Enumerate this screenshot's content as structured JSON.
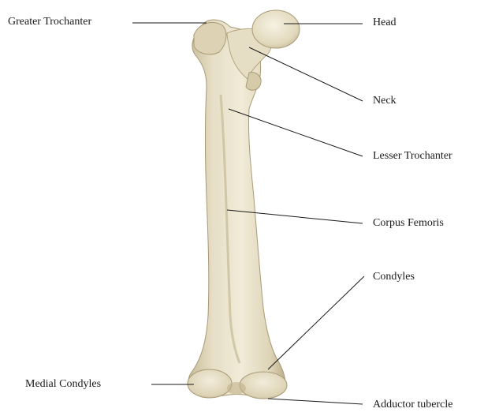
{
  "diagram": {
    "labels": {
      "greater_trochanter": "Greater Trochanter",
      "head": "Head",
      "neck": "Neck",
      "lesser_trochanter": "Lesser Trochanter",
      "corpus_femoris": "Corpus Femoris",
      "condyles": "Condyles",
      "medial_condyles": "Medial Condyles",
      "adductor_tubercle": "Adductor tubercle"
    }
  },
  "colors": {
    "bone_light": "#efe8d2",
    "bone_mid": "#ddd2b4",
    "bone_shadow": "#b9ab87",
    "leader_line": "#1a1a1a"
  }
}
